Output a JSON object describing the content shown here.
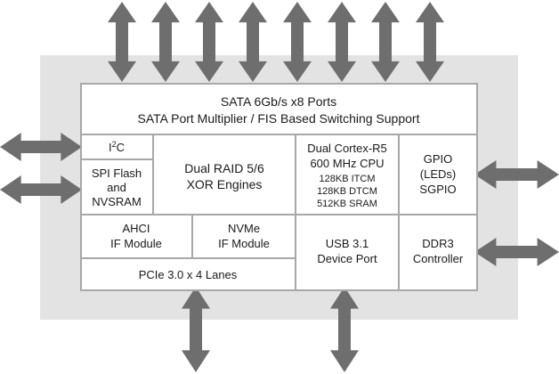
{
  "colors": {
    "background": "#ffffff",
    "chip_body": "#e3e3e3",
    "block_fill": "#ffffff",
    "block_border": "#a8a8a8",
    "arrow": "#6e6e6e",
    "text": "#1a1a1a"
  },
  "blocks": {
    "sata": {
      "line1": "SATA 6Gb/s x8 Ports",
      "line2": "SATA Port Multiplier / FIS Based Switching Support"
    },
    "i2c": {
      "main": "I",
      "sup": "2",
      "tail": "C"
    },
    "spi_flash": {
      "line1": "SPI Flash",
      "line2": "and",
      "line3": "NVSRAM"
    },
    "raid": {
      "line1": "Dual RAID 5/6",
      "line2": "XOR Engines"
    },
    "cpu": {
      "line1": "Dual Cortex-R5",
      "line2": "600 MHz CPU",
      "line3": "128KB ITCM",
      "line4": "128KB DTCM",
      "line5": "512KB SRAM"
    },
    "gpio": {
      "line1": "GPIO",
      "line2": "(LEDs)",
      "line3": "SGPIO"
    },
    "ahci": {
      "line1": "AHCI",
      "line2": "IF Module"
    },
    "nvme": {
      "line1": "NVMe",
      "line2": "IF Module"
    },
    "usb": {
      "line1": "USB 3.1",
      "line2": "Device Port"
    },
    "ddr3": {
      "line1": "DDR3",
      "line2": "Controller"
    },
    "pcie": {
      "line1": "PCIe 3.0 x 4 Lanes"
    }
  }
}
